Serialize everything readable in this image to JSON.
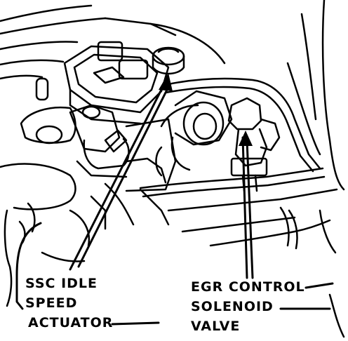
{
  "labels": {
    "ssc_idle_speed_actuator": [
      "SSC IDLE",
      "SPEED",
      "ACTUATOR"
    ],
    "egr_control_solenoid_valve": [
      "EGR CONTROL",
      "SOLENOID",
      "VALVE"
    ]
  },
  "colors": {
    "ink": "#000000",
    "paper": "#ffffff"
  }
}
